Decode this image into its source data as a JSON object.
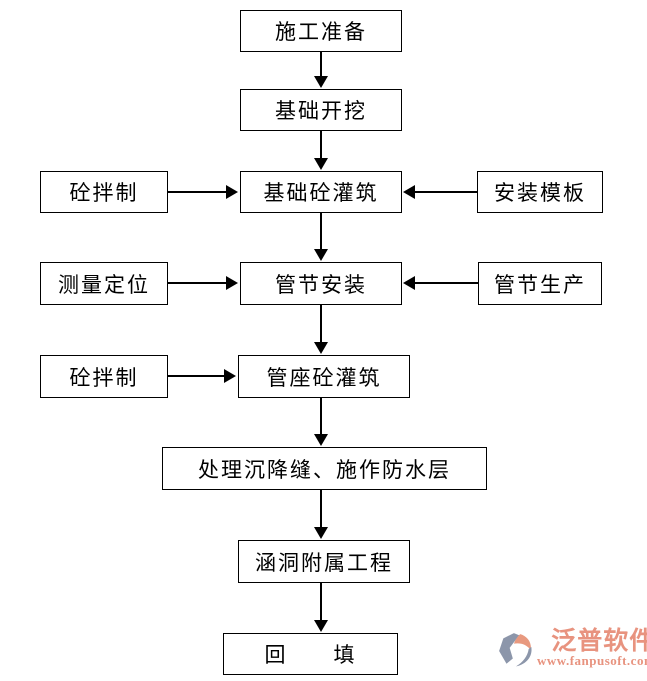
{
  "diagram": {
    "type": "flowchart",
    "nodes": [
      {
        "id": "construction-preparation",
        "label": "施工准备"
      },
      {
        "id": "foundation-excavation",
        "label": "基础开挖"
      },
      {
        "id": "concrete-mixing-1",
        "label": "砼拌制"
      },
      {
        "id": "foundation-concrete-pouring",
        "label": "基础砼灌筑"
      },
      {
        "id": "formwork-installation",
        "label": "安装模板"
      },
      {
        "id": "survey-positioning",
        "label": "测量定位"
      },
      {
        "id": "pipe-section-installation",
        "label": "管节安装"
      },
      {
        "id": "pipe-section-production",
        "label": "管节生产"
      },
      {
        "id": "concrete-mixing-2",
        "label": "砼拌制"
      },
      {
        "id": "pipe-seat-concrete-pouring",
        "label": "管座砼灌筑"
      },
      {
        "id": "settlement-joint-waterproofing",
        "label": "处理沉降缝、施作防水层"
      },
      {
        "id": "culvert-auxiliary-works",
        "label": "涵洞附属工程"
      },
      {
        "id": "backfill",
        "label": "回　　填"
      }
    ],
    "edges": [
      {
        "from": "construction-preparation",
        "to": "foundation-excavation"
      },
      {
        "from": "foundation-excavation",
        "to": "foundation-concrete-pouring"
      },
      {
        "from": "concrete-mixing-1",
        "to": "foundation-concrete-pouring"
      },
      {
        "from": "formwork-installation",
        "to": "foundation-concrete-pouring"
      },
      {
        "from": "foundation-concrete-pouring",
        "to": "pipe-section-installation"
      },
      {
        "from": "survey-positioning",
        "to": "pipe-section-installation"
      },
      {
        "from": "pipe-section-production",
        "to": "pipe-section-installation"
      },
      {
        "from": "pipe-section-installation",
        "to": "pipe-seat-concrete-pouring"
      },
      {
        "from": "concrete-mixing-2",
        "to": "pipe-seat-concrete-pouring"
      },
      {
        "from": "pipe-seat-concrete-pouring",
        "to": "settlement-joint-waterproofing"
      },
      {
        "from": "settlement-joint-waterproofing",
        "to": "culvert-auxiliary-works"
      },
      {
        "from": "culvert-auxiliary-works",
        "to": "backfill"
      }
    ],
    "colors": {
      "node_border": "#000000",
      "node_background": "#ffffff",
      "node_text": "#000000",
      "arrow": "#000000"
    }
  },
  "logo": {
    "title": "泛普软件",
    "url": "www.fanpusoft.com",
    "accent_color": "#E8937F",
    "icon_gray_color": "#8C96AA",
    "icon_salmon_color": "#E8997F"
  }
}
